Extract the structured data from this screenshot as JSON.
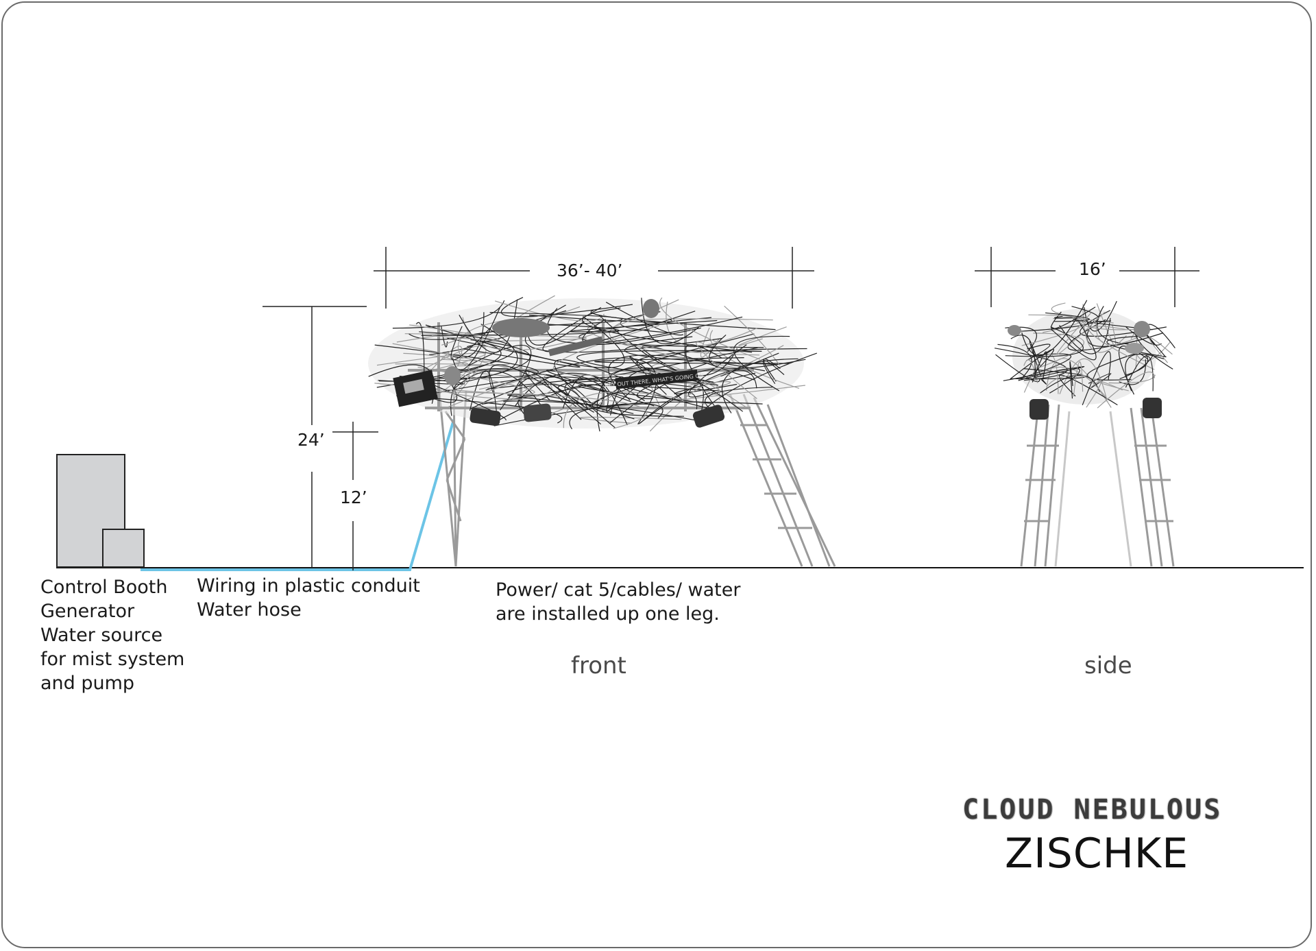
{
  "dimensions": {
    "front_width": "36’- 40’",
    "side_width": "16’",
    "overall_height": "24’",
    "leg_height": "12’"
  },
  "labels": {
    "control_booth": [
      "Control Booth",
      "Generator",
      "Water source",
      "for mist system",
      "and pump"
    ],
    "conduit": [
      "Wiring in plastic conduit",
      "Water hose"
    ],
    "installation_note": [
      "Power/ cat 5/cables/ water",
      "are installed up one leg."
    ]
  },
  "views": {
    "front": "front",
    "side": "side"
  },
  "sign_text": "HEY OUT THERE, WHAT'S GOING ON...",
  "brand": {
    "title": "CLOUD NEBULOUS",
    "artist": "ZISCHKE"
  },
  "colors": {
    "water_line": "#6cc4e6",
    "structure": "#9a9a9a",
    "booth_fill": "#d2d3d5",
    "scribble": "#222222"
  }
}
